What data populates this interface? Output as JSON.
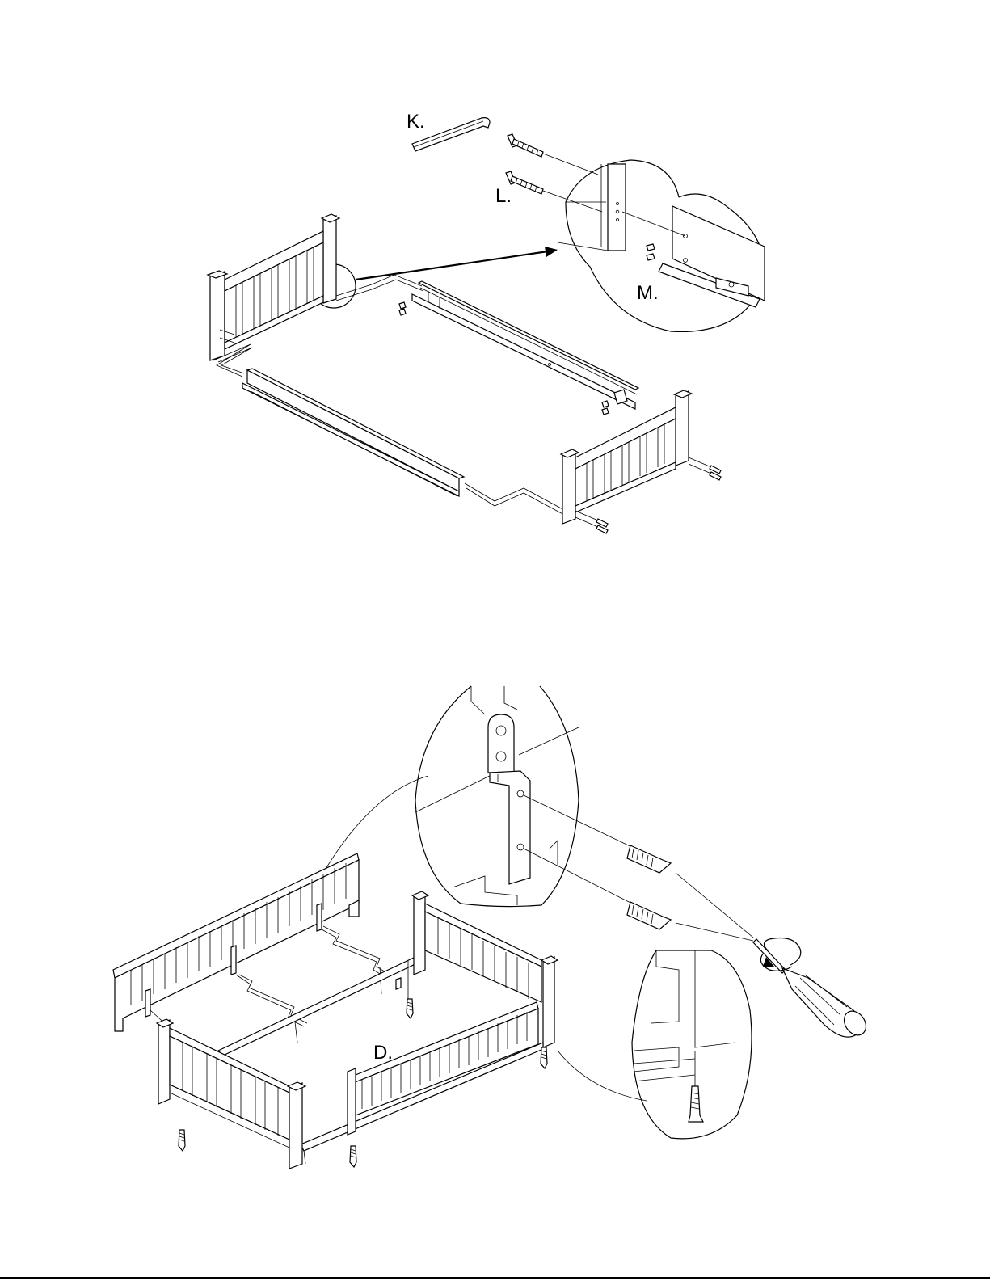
{
  "step1": {
    "labels": {
      "k": "K.",
      "l": "L.",
      "m": "M."
    }
  },
  "step2": {
    "labels": {
      "d": "D."
    }
  }
}
